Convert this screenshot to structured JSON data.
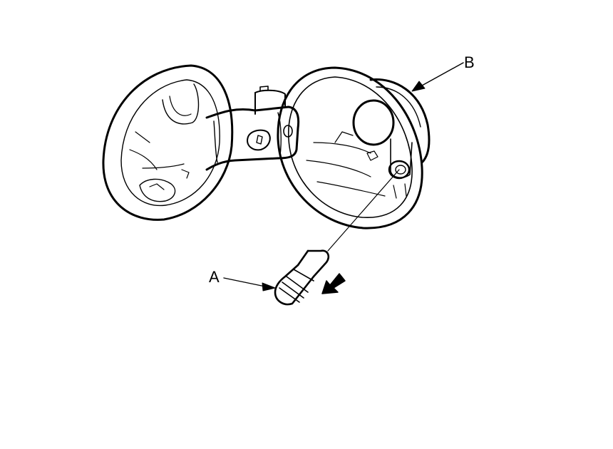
{
  "callouts": {
    "a": {
      "label": "A",
      "part": "fuel-fill-door-pin"
    },
    "b": {
      "label": "B",
      "part": "fuel-fill-door-hinge-ring"
    }
  },
  "colors": {
    "line": "#000000",
    "background": "#ffffff"
  }
}
